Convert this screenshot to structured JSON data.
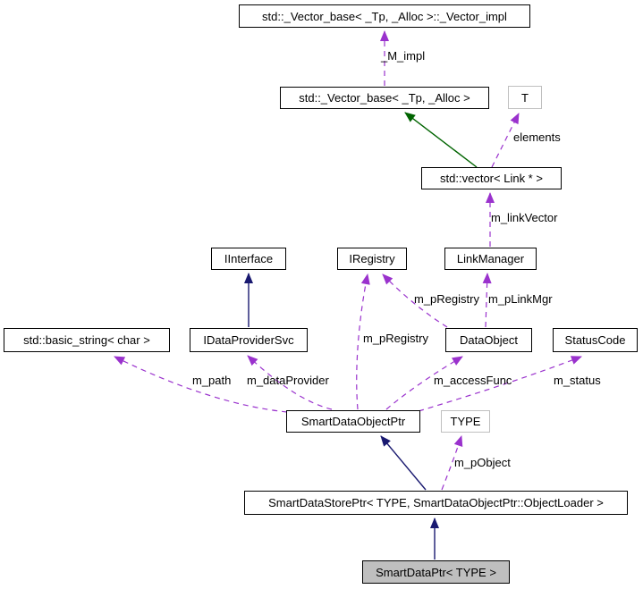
{
  "diagram": {
    "type": "uml-collaboration-graph",
    "nodes": {
      "vector_impl": {
        "label": "std::_Vector_base< _Tp, _Alloc >::_Vector_impl",
        "kind": "class"
      },
      "vector_base": {
        "label": "std::_Vector_base< _Tp, _Alloc >",
        "kind": "class"
      },
      "t": {
        "label": "T",
        "kind": "template-param"
      },
      "vector_link": {
        "label": "std::vector< Link * >",
        "kind": "class"
      },
      "iinterface": {
        "label": "IInterface",
        "kind": "class"
      },
      "iregistry": {
        "label": "IRegistry",
        "kind": "class"
      },
      "linkmanager": {
        "label": "LinkManager",
        "kind": "class"
      },
      "basic_string": {
        "label": "std::basic_string< char >",
        "kind": "class"
      },
      "idataprovidersvc": {
        "label": "IDataProviderSvc",
        "kind": "class"
      },
      "dataobject": {
        "label": "DataObject",
        "kind": "class"
      },
      "statuscode": {
        "label": "StatusCode",
        "kind": "class"
      },
      "smartdataobjectptr": {
        "label": "SmartDataObjectPtr",
        "kind": "class"
      },
      "type": {
        "label": "TYPE",
        "kind": "template-param"
      },
      "smartdatastoreptr": {
        "label": "SmartDataStorePtr< TYPE, SmartDataObjectPtr::ObjectLoader >",
        "kind": "class"
      },
      "smartdataptr": {
        "label": "SmartDataPtr< TYPE >",
        "kind": "focus-class"
      }
    },
    "edges": [
      {
        "from": "vector_base",
        "to": "vector_impl",
        "label": "_M_impl",
        "style": "usage-dashed"
      },
      {
        "from": "vector_link",
        "to": "vector_base",
        "label": "",
        "style": "inheritance-protected"
      },
      {
        "from": "vector_link",
        "to": "t",
        "label": "elements",
        "style": "usage-dashed"
      },
      {
        "from": "linkmanager",
        "to": "vector_link",
        "label": "m_linkVector",
        "style": "usage-dashed"
      },
      {
        "from": "idataprovidersvc",
        "to": "iinterface",
        "label": "",
        "style": "inheritance-public"
      },
      {
        "from": "dataobject",
        "to": "iregistry",
        "label": "m_pRegistry",
        "style": "usage-dashed"
      },
      {
        "from": "dataobject",
        "to": "linkmanager",
        "label": "m_pLinkMgr",
        "style": "usage-dashed"
      },
      {
        "from": "smartdataobjectptr",
        "to": "iregistry",
        "label": "m_pRegistry",
        "style": "usage-dashed"
      },
      {
        "from": "smartdataobjectptr",
        "to": "basic_string",
        "label": "m_path",
        "style": "usage-dashed"
      },
      {
        "from": "smartdataobjectptr",
        "to": "idataprovidersvc",
        "label": "m_dataProvider",
        "style": "usage-dashed"
      },
      {
        "from": "smartdataobjectptr",
        "to": "dataobject",
        "label": "m_accessFunc",
        "style": "usage-dashed"
      },
      {
        "from": "smartdataobjectptr",
        "to": "statuscode",
        "label": "m_status",
        "style": "usage-dashed"
      },
      {
        "from": "smartdatastoreptr",
        "to": "smartdataobjectptr",
        "label": "",
        "style": "inheritance-public"
      },
      {
        "from": "smartdatastoreptr",
        "to": "type",
        "label": "m_pObject",
        "style": "usage-dashed"
      },
      {
        "from": "smartdataptr",
        "to": "smartdatastoreptr",
        "label": "",
        "style": "inheritance-public"
      }
    ],
    "edge_labels": {
      "m_impl": "_M_impl",
      "elements": "elements",
      "m_link_vector": "m_linkVector",
      "m_p_registry_upper": "m_pRegistry",
      "m_p_link_mgr": "m_pLinkMgr",
      "m_p_registry_lower": "m_pRegistry",
      "m_path": "m_path",
      "m_data_provider": "m_dataProvider",
      "m_access_func": "m_accessFunc",
      "m_status": "m_status",
      "m_p_object": "m_pObject"
    },
    "colors": {
      "usage_edge": "#9a32cd",
      "inheritance_public_edge": "#191970",
      "inheritance_protected_edge": "#006400",
      "node_border": "#000000",
      "template_param_border": "#bfbfbf",
      "focus_node_fill": "#bfbfbf",
      "node_fill": "#ffffff",
      "text": "#000000"
    }
  }
}
